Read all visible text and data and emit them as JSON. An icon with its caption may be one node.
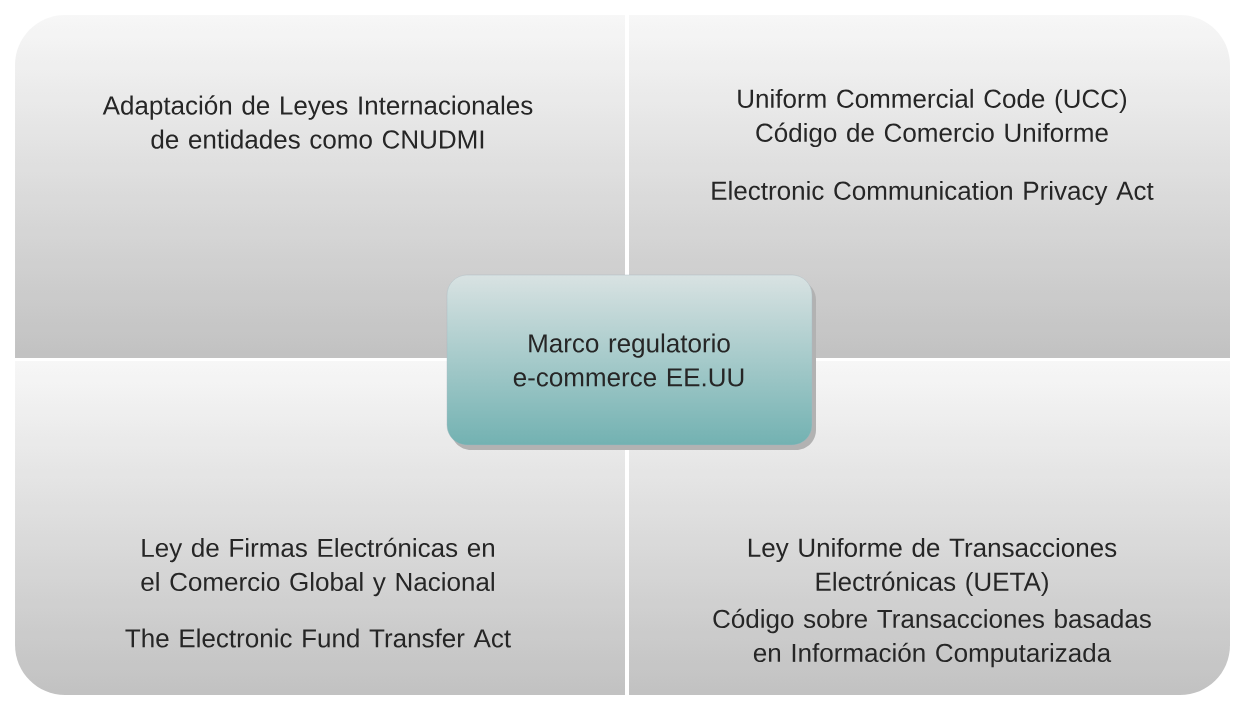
{
  "diagram": {
    "nodes": [
      {
        "text": [
          "Adaptación de Leyes Internacionales de entidades como CNUDMI"
        ]
      },
      {
        "text": [
          "Uniform Commercial Code (UCC) Código de Comercio Uniforme",
          "Electronic Communication Privacy Act"
        ]
      },
      {
        "text": [
          "Marco regulatorio e-commerce EE.UU"
        ]
      },
      {
        "text": [
          "Ley de Firmas Electrónicas en el Comercio Global y Nacional",
          "The Electronic Fund Transfer Act"
        ]
      },
      {
        "text": [
          "Ley Uniforme de Transacciones Electrónicas (UETA)",
          "Código sobre Transacciones basadas en Información Computarizada"
        ]
      }
    ]
  }
}
